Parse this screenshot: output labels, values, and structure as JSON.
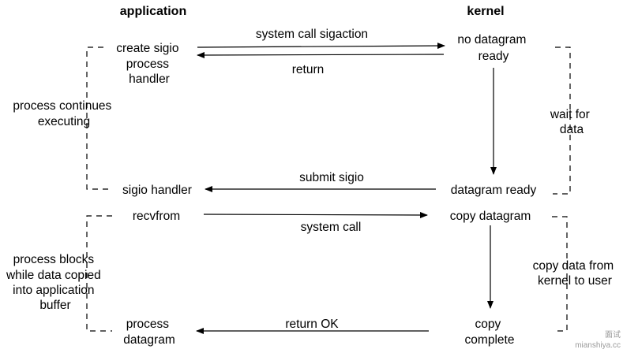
{
  "headers": {
    "application": "application",
    "kernel": "kernel"
  },
  "app_column": {
    "create_handler": [
      "create sigio",
      "process",
      "handler"
    ],
    "sigio_handler": "sigio handler",
    "recvfrom": "recvfrom",
    "process_datagram": [
      "process",
      "datagram"
    ]
  },
  "kernel_column": {
    "no_datagram": [
      "no datagram",
      "ready"
    ],
    "datagram_ready": "datagram ready",
    "copy_datagram": "copy datagram",
    "copy_complete": [
      "copy",
      "complete"
    ]
  },
  "arrows": {
    "sigaction": "system call sigaction",
    "return": "return",
    "submit_sigio": "submit sigio",
    "system_call": "system call",
    "return_ok": "return OK"
  },
  "side_labels": {
    "process_continues": [
      "process continues",
      "executing"
    ],
    "process_blocks": [
      "process blocks",
      "while data copied",
      "into application",
      "buffer"
    ],
    "wait_for_data": [
      "wait for",
      "data"
    ],
    "copy_data": [
      "copy data from",
      "kernel to user"
    ]
  },
  "watermark": [
    "面试",
    "mianshiya.cc"
  ]
}
